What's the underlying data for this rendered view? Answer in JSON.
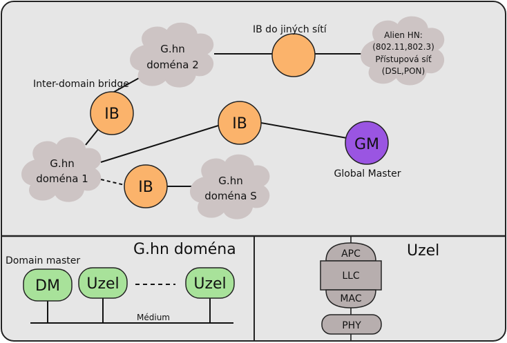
{
  "colors": {
    "panel_bg": "#e6e6e6",
    "cloud": "#cdc4c4",
    "bridge": "#fbb36b",
    "global_master": "#9a55e2",
    "node_green": "#a8e29a",
    "stack_layer": "#b7aeae"
  },
  "top_panel": {
    "clouds": {
      "domain_2": {
        "line1": "G.hn",
        "line2": "doména 2"
      },
      "domain_1": {
        "line1": "G.hn",
        "line2": "doména 1"
      },
      "domain_s": {
        "line1": "G.hn",
        "line2": "doména S"
      },
      "alien": {
        "line1": "Alien HN:",
        "line2": "(802.11,802.3)",
        "line3": "Přístupová síť",
        "line4": "(DSL,PON)"
      }
    },
    "bridges": {
      "inter_domain": "IB",
      "center": "IB",
      "lower": "IB"
    },
    "global_master": {
      "abbr": "GM",
      "caption": "Global Master"
    },
    "labels": {
      "inter_domain_bridge": "Inter-domain bridge",
      "ib_other_networks": "IB do jiných sítí"
    }
  },
  "domain_panel": {
    "title": "G.hn doména",
    "domain_master_label": "Domain master",
    "nodes": [
      "DM",
      "Uzel",
      "Uzel"
    ],
    "medium_label": "Médium"
  },
  "node_panel": {
    "title": "Uzel",
    "stack": [
      "APC",
      "LLC",
      "MAC",
      "PHY"
    ]
  }
}
